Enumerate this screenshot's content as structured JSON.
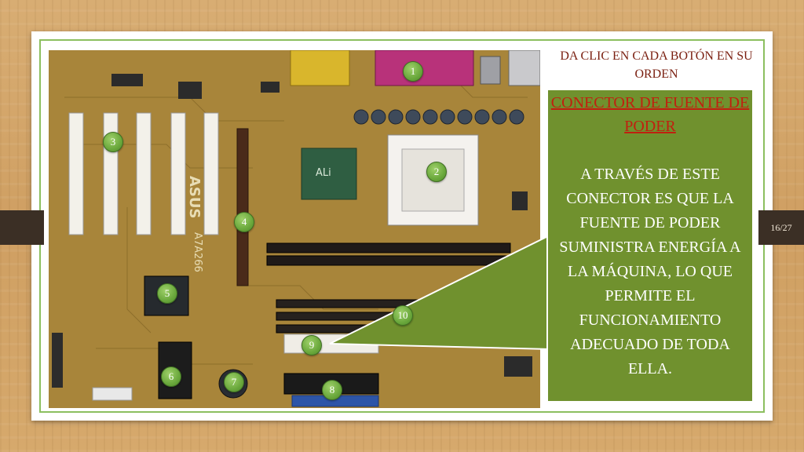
{
  "slide": {
    "page_number": "16/27",
    "instruction": "DA CLIC EN CADA BOTÓN EN SU ORDEN",
    "info_title": "CONECTOR DE FUENTE DE PODER",
    "info_body": "A TRAVÉS DE ESTE CONECTOR ES QUE LA FUENTE DE PODER SUMINISTRA ENERGÍA A LA MÁQUINA, LO QUE PERMITE EL FUNCIONAMIENTO ADECUADO DE TODA ELLA."
  },
  "board_labels": {
    "brand": "ASUS",
    "model": "A7A266",
    "chip": "ALi"
  },
  "markers": [
    "1",
    "2",
    "3",
    "4",
    "5",
    "6",
    "7",
    "8",
    "9",
    "10"
  ],
  "colors": {
    "panel_green": "#70912e",
    "title_red": "#c0200f",
    "instruction_red": "#7a1f10",
    "frame_green": "#8cbf5f",
    "marker_green": "#6aa83c"
  }
}
